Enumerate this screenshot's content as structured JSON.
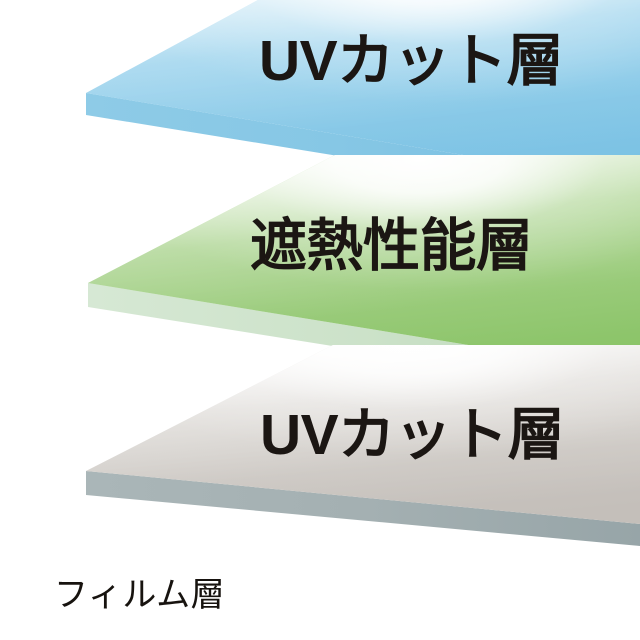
{
  "diagram": {
    "title_caption": "フィルム層",
    "background_color": "#ffffff",
    "layers": [
      {
        "id": "uv-cut-top",
        "label": "UVカット層",
        "position": "top",
        "top_color": "#8FCCEA",
        "top_color_dark": "#79C0E4",
        "edge_color": "#8CCBE6",
        "edge_color_dark": "#6FB6DC",
        "highlight_color": "#ffffff"
      },
      {
        "id": "heat-shield-middle",
        "label": "遮熱性能層",
        "position": "middle",
        "top_color": "#9ACB79",
        "top_color_dark": "#8DC46A",
        "edge_color": "#CFE4CE",
        "edge_color_dark": "#B9D6B6",
        "highlight_color": "#ffffff"
      },
      {
        "id": "uv-cut-bottom",
        "label": "UVカット層",
        "position": "bottom",
        "top_color": "#D6D2CE",
        "top_color_dark": "#C2BDB8",
        "edge_color": "#A6B2B4",
        "edge_color_dark": "#93A1A4",
        "highlight_color": "#ffffff"
      }
    ],
    "text_color": "#1b1613",
    "caption_color": "#17130f"
  }
}
